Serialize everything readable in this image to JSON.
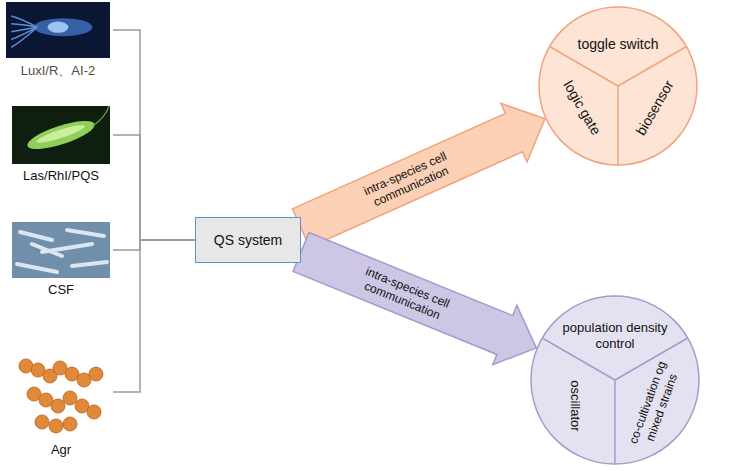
{
  "diagram": {
    "nodes": [
      {
        "text": [
          "LuxI/R、AI-2"
        ]
      },
      {
        "text": [
          "Las/RhI/PQS"
        ]
      },
      {
        "text": [
          "CSF"
        ]
      },
      {
        "text": [
          "Agr"
        ]
      },
      {
        "text": [
          "QS system"
        ]
      },
      {
        "text": []
      },
      {
        "text": [
          "toggle switch"
        ],
        "in": 5
      },
      {
        "text": [
          "logic gate"
        ],
        "in": 5
      },
      {
        "text": [
          "biosensor"
        ],
        "in": 5
      },
      {
        "text": []
      },
      {
        "text": [
          "population density control"
        ],
        "in": 9
      },
      {
        "text": [
          "oscillator"
        ],
        "in": 9
      },
      {
        "text": [
          "co-cultivation og mixed strains"
        ],
        "in": 9
      }
    ],
    "edges": [
      {
        "from": 0,
        "to": 4,
        "arrow": "none"
      },
      {
        "from": 1,
        "to": 4,
        "arrow": "none"
      },
      {
        "from": 2,
        "to": 4,
        "arrow": "none"
      },
      {
        "from": 3,
        "to": 4,
        "arrow": "none"
      },
      {
        "from": 4,
        "to": 5,
        "label": "intra-species cell communication",
        "arrow": "to"
      },
      {
        "from": 4,
        "to": 9,
        "label": "intra-species cell communication",
        "arrow": "to"
      }
    ]
  }
}
